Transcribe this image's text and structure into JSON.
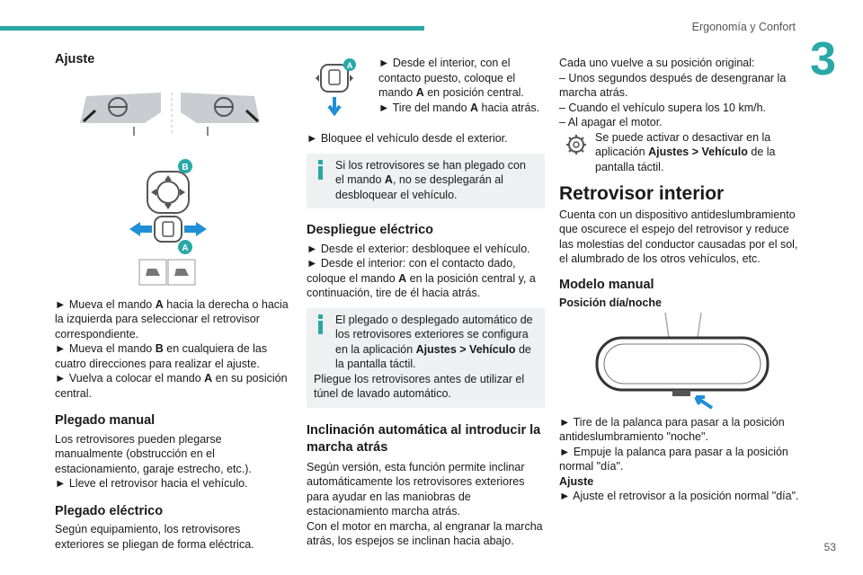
{
  "header": {
    "section": "Ergonomía y Confort",
    "chapter": "3",
    "page": "53"
  },
  "col1": {
    "title": "Ajuste",
    "figure_labels": {
      "b": "B",
      "a": "A"
    },
    "steps": [
      {
        "pre": "► Mueva el mando ",
        "key": "A",
        "post": " hacia la derecha o hacia la izquierda para seleccionar el retrovisor correspondiente."
      },
      {
        "pre": "► Mueva el mando ",
        "key": "B",
        "post": " en cualquiera de las cuatro direcciones para realizar el ajuste."
      },
      {
        "pre": "► Vuelva a colocar el mando ",
        "key": "A",
        "post": " en su posición central."
      }
    ],
    "manual_title": "Plegado manual",
    "manual_text": "Los retrovisores pueden plegarse manualmente (obstrucción en el estacionamiento, garaje estrecho, etc.).",
    "manual_step": "► Lleve el retrovisor hacia el vehículo.",
    "electric_title": "Plegado eléctrico",
    "electric_text": "Según equipamiento, los retrovisores exteriores se pliegan de forma eléctrica."
  },
  "col2": {
    "figure_label": "A",
    "step_a": {
      "pre": "► Desde el interior, con el contacto puesto, coloque el mando ",
      "key": "A",
      "post": " en posición central."
    },
    "step_b": {
      "pre": "► Tire del mando ",
      "key": "A",
      "post": " hacia atrás."
    },
    "step_c": "► Bloquee el vehículo desde el exterior.",
    "note1": {
      "pre": "Si los retrovisores se han plegado con el mando ",
      "key": "A",
      "post": ", no se desplegarán al desbloquear el vehículo."
    },
    "deploy_title": "Despliegue eléctrico",
    "deploy_step1": "► Desde el exterior: desbloquee el vehículo.",
    "deploy_step2": {
      "pre": "► Desde el interior: con el contacto dado, coloque el mando ",
      "key": "A",
      "post": " en la posición central y, a continuación, tire de él hacia atrás."
    },
    "note2": {
      "pre": "El plegado o desplegado automático de los retrovisores exteriores se configura en la aplicación ",
      "key": "Ajustes > Vehículo",
      "post": " de la pantalla táctil.",
      "line2": "Pliegue los retrovisores antes de utilizar el túnel de lavado automático."
    },
    "tilt_title": "Inclinación automática al introducir la marcha atrás",
    "tilt_text1": "Según versión, esta función permite inclinar automáticamente los retrovisores exteriores para ayudar en las maniobras de estacionamiento marcha atrás.",
    "tilt_text2": "Con el motor en marcha, al engranar la marcha atrás, los espejos se inclinan hacia abajo."
  },
  "col3": {
    "intro": "Cada uno vuelve a su posición original:",
    "items": [
      "– Unos segundos después de desengranar la marcha atrás.",
      "– Cuando el vehículo supera los 10 km/h.",
      "– Al apagar el motor."
    ],
    "settings": {
      "pre": "Se puede activar o desactivar en la aplicación ",
      "key": "Ajustes > Vehículo",
      "post": " de la pantalla táctil."
    },
    "inner_title": "Retrovisor interior",
    "inner_text": "Cuenta con un dispositivo antideslumbramiento que oscurece el espejo del retrovisor y reduce las molestias del conductor causadas por el sol, el alumbrado de los otros vehículos, etc.",
    "model_title": "Modelo manual",
    "daynight_title": "Posición día/noche",
    "step1": "► Tire de la palanca para pasar a la posición antideslumbramiento \"noche\".",
    "step2": "► Empuje la palanca para pasar a la posición normal \"día\".",
    "adjust_title": "Ajuste",
    "step3": "► Ajuste el retrovisor a la posición normal \"día\"."
  },
  "colors": {
    "accent": "#2aa8a8",
    "note_bg": "#eef0f2",
    "arrow": "#1f8fd6"
  },
  "icons": [
    "mirror-left-icon",
    "mirror-right-icon",
    "joystick-b-icon",
    "selector-a-icon",
    "fold-icon",
    "info-icon",
    "gear-icon",
    "rearview-mirror-icon"
  ]
}
